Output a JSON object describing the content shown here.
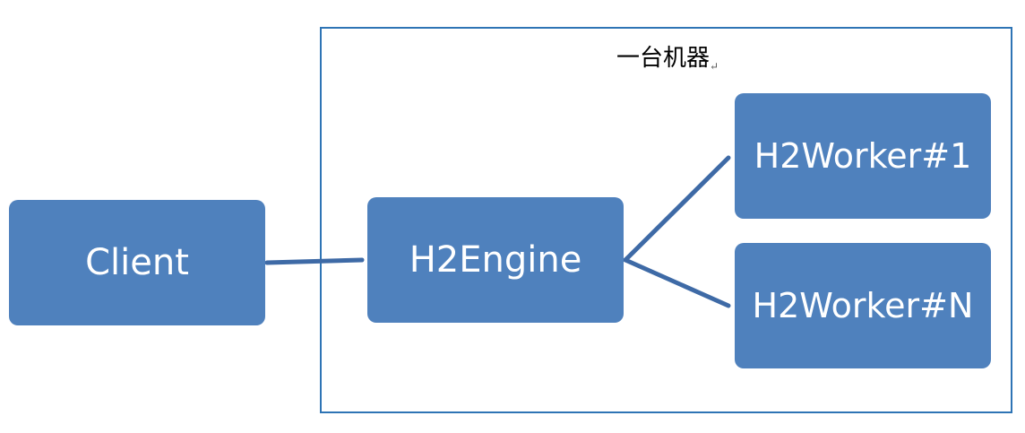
{
  "container": {
    "label": "一台机器",
    "return_mark": "↵"
  },
  "nodes": {
    "client": "Client",
    "engine": "H2Engine",
    "worker_1": "H2Worker#1",
    "worker_n": "H2Worker#N"
  },
  "colors": {
    "node_fill": "#4f81bd",
    "node_text": "#ffffff",
    "connector": "#3e6aa6",
    "container_border": "#2e74b5"
  }
}
